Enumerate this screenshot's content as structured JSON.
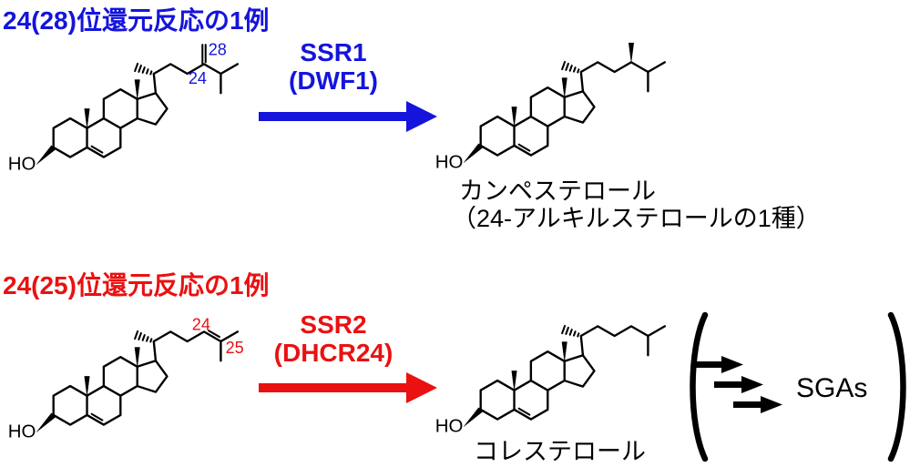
{
  "palette": {
    "blue": "#1414dd",
    "red": "#ea1111",
    "ink": "#000000",
    "background": "#ffffff"
  },
  "section1": {
    "title": "24(28)位還元反応の1例",
    "substrate": {
      "ho": "HO",
      "pos24": "24",
      "pos28": "28"
    },
    "enzyme": {
      "name": "SSR1",
      "synonym": "(DWF1)"
    },
    "product": {
      "ho": "HO",
      "name": "カンペステロール",
      "note": "（24-アルキルステロールの1種）"
    }
  },
  "section2": {
    "title": "24(25)位還元反応の1例",
    "substrate": {
      "ho": "HO",
      "pos24": "24",
      "pos25": "25"
    },
    "enzyme": {
      "name": "SSR2",
      "synonym": "(DHCR24)"
    },
    "product": {
      "ho": "HO",
      "name": "コレステロール"
    },
    "downstream": {
      "label": "SGAs"
    }
  }
}
